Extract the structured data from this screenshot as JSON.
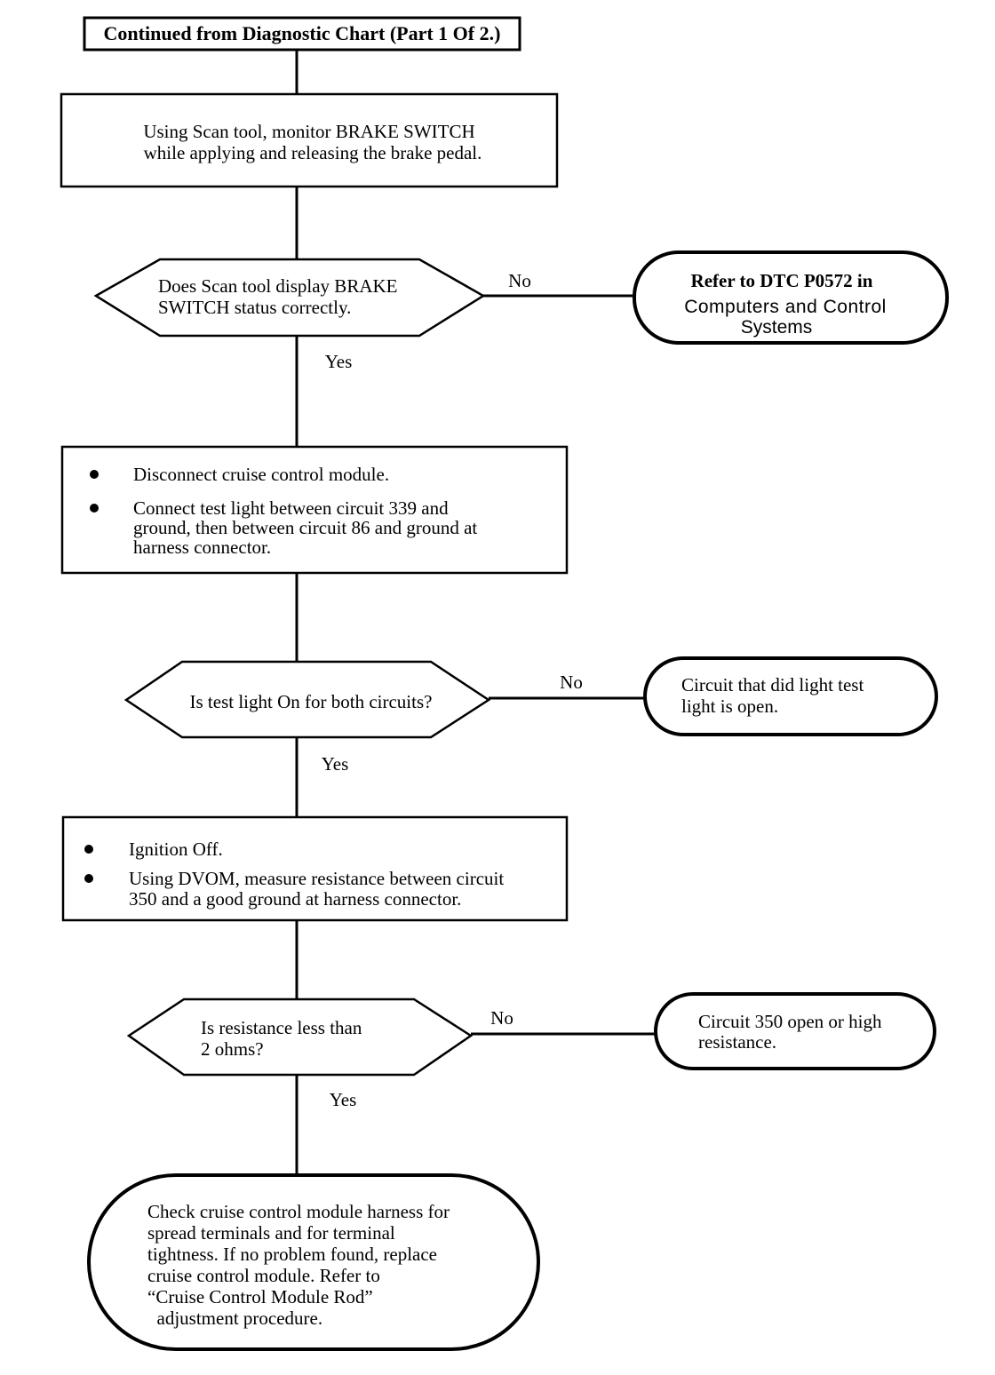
{
  "header": {
    "text": "Continued from Diagnostic Chart (Part 1 Of 2.)"
  },
  "step1": {
    "lines": [
      "Using Scan tool, monitor BRAKE SWITCH",
      "while applying and releasing the brake pedal."
    ]
  },
  "decision1": {
    "lines": [
      "Does Scan tool display BRAKE",
      "SWITCH status correctly."
    ],
    "no_label": "No",
    "yes_label": "Yes"
  },
  "result1": {
    "lines": [
      "Refer to DTC P0572 in",
      "Computers and Control",
      "Systems"
    ]
  },
  "step2": {
    "bullets": [
      [
        "Disconnect cruise control module."
      ],
      [
        "Connect test light between circuit 339 and",
        "ground, then between circuit 86 and ground at",
        "harness connector."
      ]
    ]
  },
  "decision2": {
    "lines": [
      "Is test light On for both circuits?"
    ],
    "no_label": "No",
    "yes_label": "Yes"
  },
  "result2": {
    "lines": [
      "Circuit that did light test",
      "light is open."
    ]
  },
  "step3": {
    "bullets": [
      [
        "Ignition Off."
      ],
      [
        "Using DVOM, measure resistance between circuit",
        "350 and a good ground at harness connector."
      ]
    ]
  },
  "decision3": {
    "lines": [
      "Is resistance less than",
      "2 ohms?"
    ],
    "no_label": "No",
    "yes_label": "Yes"
  },
  "result3": {
    "lines": [
      "Circuit 350 open or high",
      "resistance."
    ]
  },
  "final": {
    "lines": [
      "Check cruise control module harness for",
      "spread terminals and for terminal",
      "tightness. If no problem found, replace",
      "cruise control module. Refer to",
      "“Cruise Control Module Rod”",
      "  adjustment procedure."
    ]
  }
}
